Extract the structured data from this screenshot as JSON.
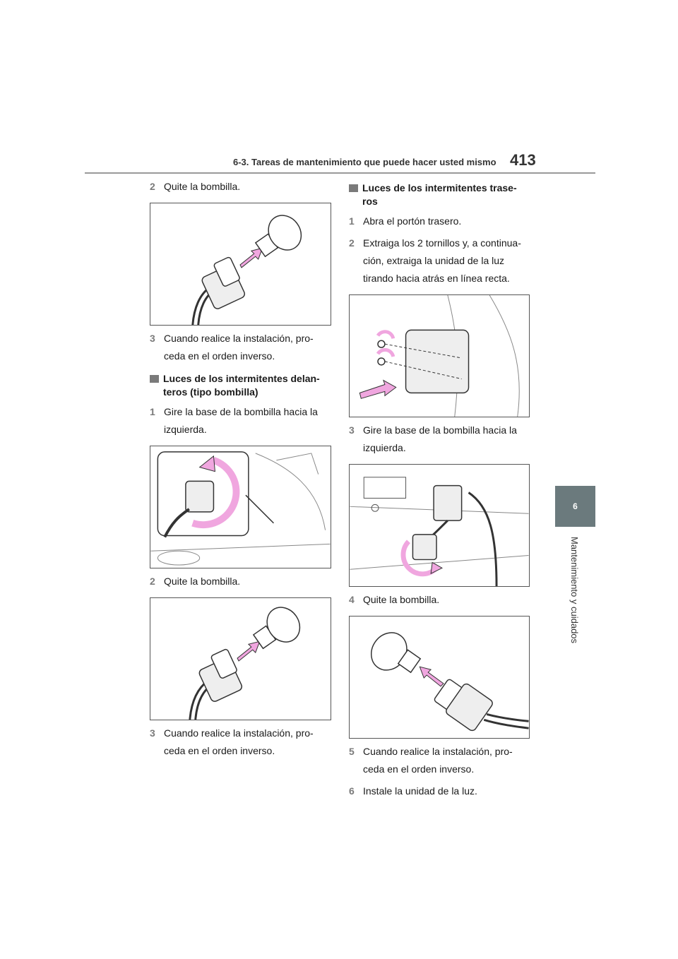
{
  "header": {
    "title": "6-3. Tareas de mantenimiento que puede hacer usted mismo",
    "page_number": "413"
  },
  "side_tab": {
    "chapter": "6",
    "label": "Mantenimiento y cuidados"
  },
  "left_column": {
    "step_a": {
      "num": "2",
      "text": "Quite la bombilla."
    },
    "step_b": {
      "num": "3",
      "text": "Cuando realice la instalación, pro-ceda en el orden inverso."
    },
    "section_front": "Luces de los intermitentes delan-teros (tipo bombilla)",
    "step_c": {
      "num": "1",
      "text": "Gire la base de la bombilla hacia la izquierda."
    },
    "step_d": {
      "num": "2",
      "text": "Quite la bombilla."
    },
    "step_e": {
      "num": "3",
      "text": "Cuando realice la instalación, pro-ceda en el orden inverso."
    }
  },
  "right_column": {
    "section_rear": "Luces de los intermitentes trase-ros",
    "step_a": {
      "num": "1",
      "text": "Abra el portón trasero."
    },
    "step_b": {
      "num": "2",
      "text": "Extraiga los 2 tornillos y, a continua-ción, extraiga la unidad de la luz tirando hacia atrás en línea recta."
    },
    "step_c": {
      "num": "3",
      "text": "Gire la base de la bombilla hacia la izquierda."
    },
    "step_d": {
      "num": "4",
      "text": "Quite la bombilla."
    },
    "step_e": {
      "num": "5",
      "text": "Cuando realice la instalación, pro-ceda en el orden inverso."
    },
    "step_f": {
      "num": "6",
      "text": "Instale la unidad de la luz."
    }
  },
  "colors": {
    "arrow": "#f0a6df",
    "tab": "#6b7a7d",
    "rule": "#9a9a9a"
  },
  "icons": [
    "bulb-removal-figure",
    "socket-rotate-figure",
    "screw-removal-figure"
  ]
}
